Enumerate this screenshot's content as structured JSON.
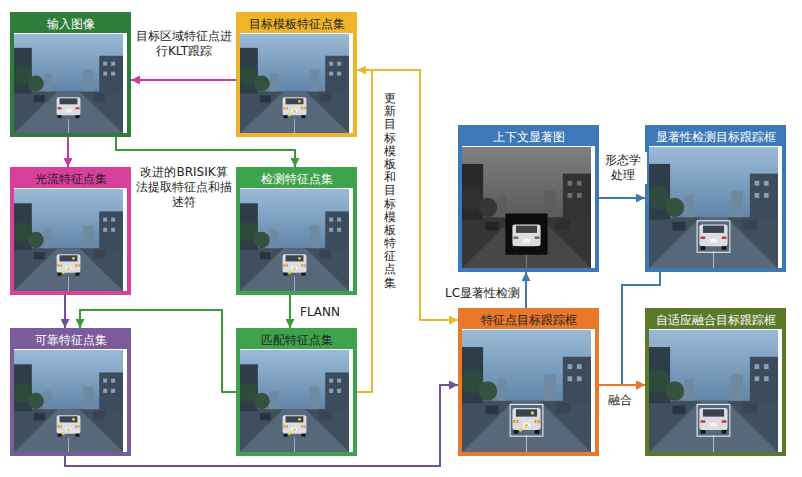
{
  "diagram": {
    "nodes": [
      {
        "text": [
          "输入图像"
        ]
      },
      {
        "text": [
          "目标模板特征点集"
        ]
      },
      {
        "text": [
          "光流特征点集"
        ]
      },
      {
        "text": [
          "检测特征点集"
        ]
      },
      {
        "text": [
          "可靠特征点集"
        ]
      },
      {
        "text": [
          "匹配特征点集"
        ]
      },
      {
        "text": [
          "上下文显著图"
        ]
      },
      {
        "text": [
          "显著性检测目标跟踪框"
        ]
      },
      {
        "text": [
          "特征点目标跟踪框"
        ]
      },
      {
        "text": [
          "自适应融合目标跟踪框"
        ]
      }
    ],
    "edges": [
      {
        "from": 1,
        "to": 0,
        "label": "目标区域特征点进行KLT跟踪",
        "arrow": "to"
      },
      {
        "from": 0,
        "to": 2,
        "arrow": "to"
      },
      {
        "from": 0,
        "to": 3,
        "label": "改进的BRISIK算法提取特征点和描述符",
        "arrow": "to"
      },
      {
        "from": 3,
        "to": 5,
        "label": "FLANN",
        "arrow": "to"
      },
      {
        "from": 2,
        "to": 4,
        "arrow": "to"
      },
      {
        "from": 5,
        "to": 4,
        "arrow": "to"
      },
      {
        "from": 5,
        "to": 1,
        "label": "更新目标模板和目标模板特征点集",
        "arrow": "to"
      },
      {
        "from": 5,
        "to": 8,
        "arrow": "to"
      },
      {
        "from": 4,
        "to": 8,
        "arrow": "to"
      },
      {
        "from": 8,
        "to": 6,
        "label": "LC显著性检测",
        "arrow": "to"
      },
      {
        "from": 6,
        "to": 7,
        "label": "形态学处理",
        "arrow": "to"
      },
      {
        "from": 7,
        "to": 9,
        "arrow": "to"
      },
      {
        "from": 8,
        "to": 9,
        "label": "融合",
        "arrow": "to"
      }
    ]
  }
}
